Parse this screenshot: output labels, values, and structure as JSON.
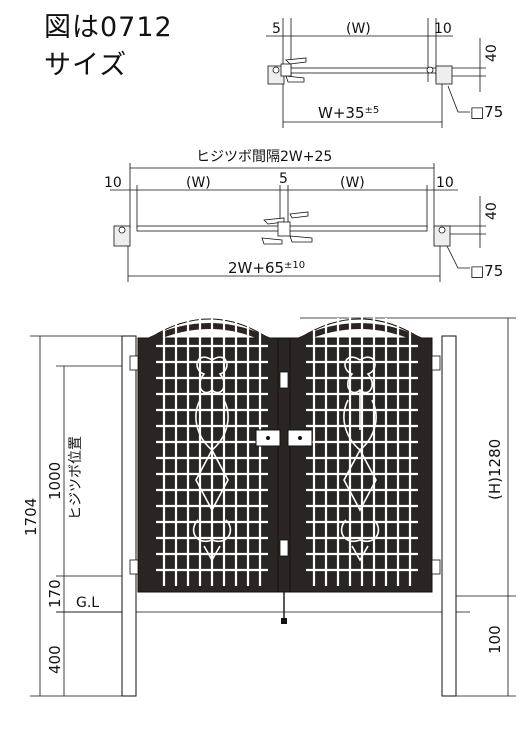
{
  "header": {
    "title_line1": "図は0712",
    "title_line2": "サイズ"
  },
  "top_view_single": {
    "dim_left": "5",
    "dim_width": "(W)",
    "dim_right": "10",
    "dim_depth": "40",
    "dim_total": "W+35",
    "dim_total_tol": "±5",
    "post_size": "□75"
  },
  "top_view_double": {
    "hinge_spacing": "ヒジツボ間隔2W+25",
    "dim_left": "10",
    "dim_w_left": "(W)",
    "dim_center": "5",
    "dim_w_right": "(W)",
    "dim_right": "10",
    "dim_depth": "40",
    "dim_total": "2W+65",
    "dim_total_tol": "±10",
    "post_size": "□75"
  },
  "elevation": {
    "total_height": "1704",
    "hinge_height": "1000",
    "hinge_label": "ヒジツボ位置",
    "bottom_clearance": "170",
    "ground_label": "G.L",
    "embed_depth": "400",
    "gate_height": "(H)1280",
    "post_below": "100"
  }
}
